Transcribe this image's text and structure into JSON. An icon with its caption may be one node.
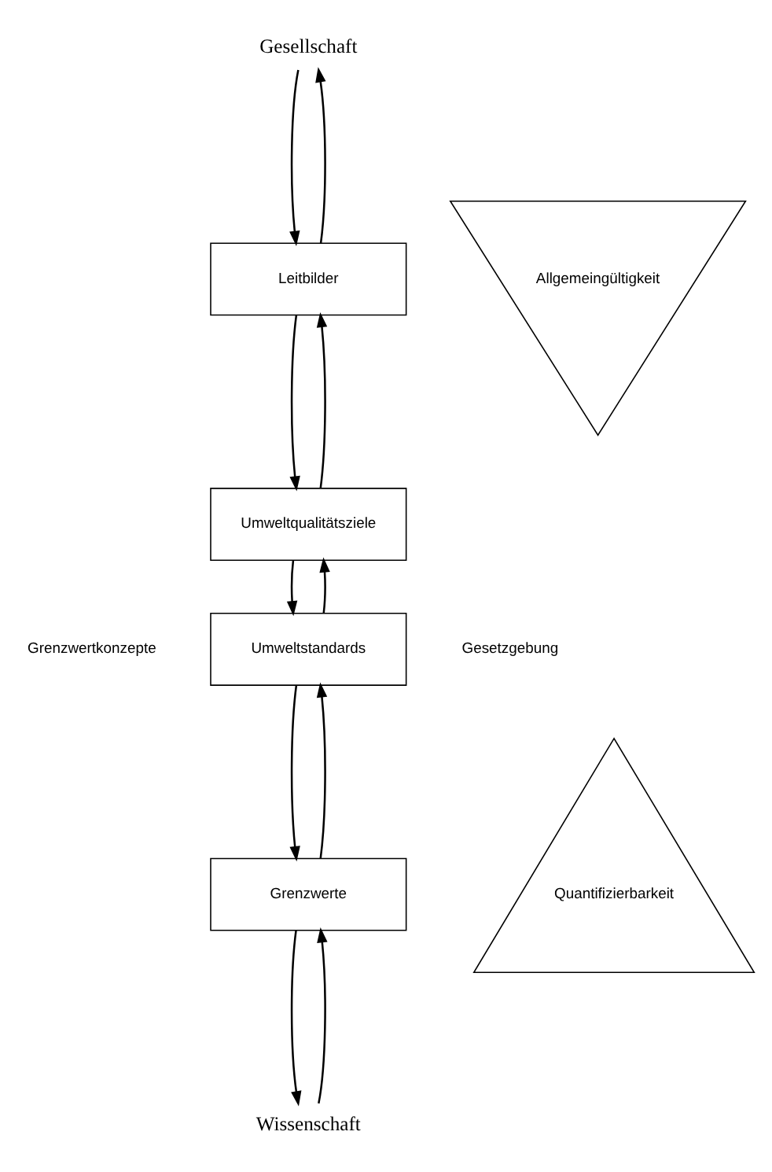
{
  "diagram": {
    "nodes": [
      {
        "text": [
          "Gesellschaft"
        ]
      },
      {
        "text": [
          "Leitbilder"
        ]
      },
      {
        "text": [
          "Umweltqualitätsziele"
        ]
      },
      {
        "text": [
          "Umweltstandards"
        ]
      },
      {
        "text": [
          "Grenzwerte"
        ]
      },
      {
        "text": [
          "Wissenschaft"
        ]
      },
      {
        "text": [
          "Allgemeingültigkeit"
        ]
      },
      {
        "text": [
          "Quantifizierbarkeit"
        ]
      }
    ],
    "edges": [
      {
        "from": 0,
        "to": 1,
        "arrow": "to"
      },
      {
        "from": 1,
        "to": 0,
        "arrow": "to"
      },
      {
        "from": 1,
        "to": 2,
        "arrow": "to"
      },
      {
        "from": 2,
        "to": 1,
        "arrow": "to"
      },
      {
        "from": 2,
        "to": 3,
        "arrow": "to"
      },
      {
        "from": 3,
        "to": 2,
        "arrow": "to"
      },
      {
        "from": 3,
        "to": 4,
        "arrow": "to"
      },
      {
        "from": 4,
        "to": 3,
        "arrow": "to"
      },
      {
        "from": 4,
        "to": 5,
        "arrow": "to"
      },
      {
        "from": 5,
        "to": 4,
        "arrow": "to"
      }
    ],
    "labels": [
      "Grenzwertkonzepte",
      "Gesetzgebung"
    ]
  }
}
